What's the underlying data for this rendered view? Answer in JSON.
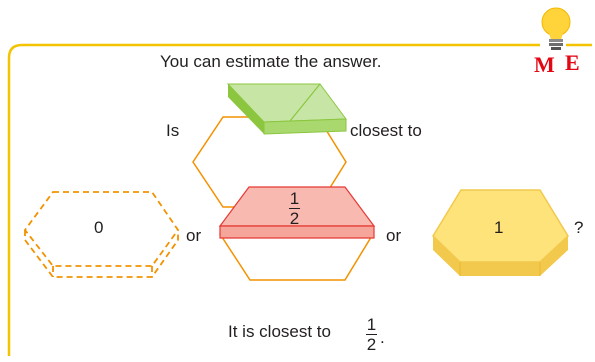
{
  "tip_text": "You can estimate the answer.",
  "question": {
    "is_label": "Is",
    "closest_label": "closest to"
  },
  "options": [
    {
      "label": "0",
      "connector": "or"
    },
    {
      "numerator": "1",
      "denominator": "2",
      "connector": "or"
    },
    {
      "label": "1",
      "end": "?"
    }
  ],
  "answer": {
    "prefix": "It is closest to",
    "numerator": "1",
    "denominator": "2",
    "suffix": "."
  },
  "badge": {
    "letters": [
      "M",
      "E"
    ],
    "icon": "lightbulb-icon"
  },
  "colors": {
    "frame": "#f5c400",
    "outline": "#f39200",
    "green_fill": "#c7e6a6",
    "green_dark": "#8cc63f",
    "red_fill": "#f8b9b0",
    "red_outline": "#e53935",
    "yellow_fill": "#fee27a",
    "yellow_dark": "#f2c94c",
    "bulb": "#ffd43b",
    "letters": "#e30613"
  }
}
